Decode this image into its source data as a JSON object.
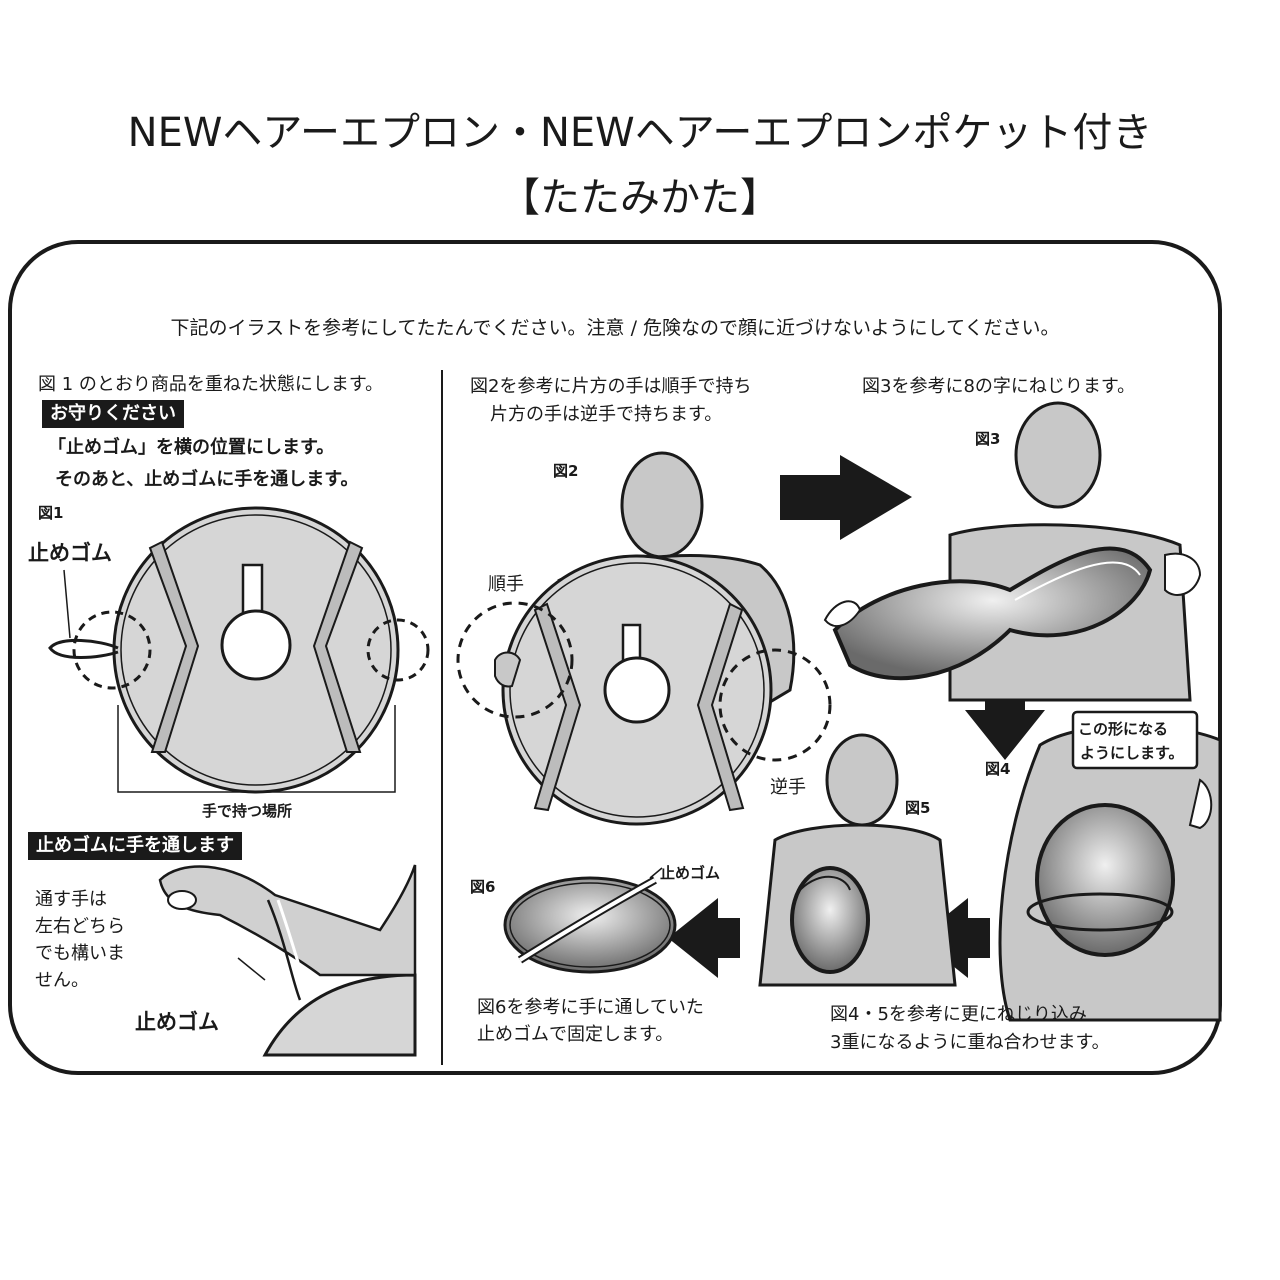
{
  "title": {
    "line1": "NEWヘアーエプロン・NEWヘアーエプロンポケット付き",
    "line2": "【たたみかた】"
  },
  "intro_note": "下記のイラストを参考にしてたたんでください。注意 / 危険なので顔に近づけないようにしてください。",
  "left_panel": {
    "step_text": "図 1 のとおり商品を重ねた状態にします。",
    "caution_label": "お守りください",
    "caution_line1": "「止めゴム」を横の位置にします。",
    "caution_line2": "そのあと、止めゴムに手を通します。",
    "fig1_label": "図1",
    "band_label": "止めゴム",
    "hold_label": "手で持つ場所",
    "insert_header": "止めゴムに手を通します",
    "insert_line1": "通す手は",
    "insert_line2": "左右どちら",
    "insert_line3": "でも構いま",
    "insert_line4": "せん。",
    "insert_band_label": "止めゴム"
  },
  "right_panel": {
    "step2_line1": "図2を参考に片方の手は順手で持ち",
    "step2_line2": "片方の手は逆手で持ちます。",
    "step3_text": "図3を参考に8の字にねじります。",
    "fig2_label": "図2",
    "fig3_label": "図3",
    "fig4_label": "図4",
    "fig5_label": "図5",
    "fig6_label": "図6",
    "overhand_label": "順手",
    "underhand_label": "逆手",
    "shape_note_line1": "この形になる",
    "shape_note_line2": "ようにします。",
    "fig6_band_label": "止めゴム",
    "step6_line1": "図6を参考に手に通していた",
    "step6_line2": "止めゴムで固定します。",
    "step45_line1": "図4・5を参考に更にねじり込み",
    "step45_line2": "3重になるように重ね合わせます。"
  }
}
